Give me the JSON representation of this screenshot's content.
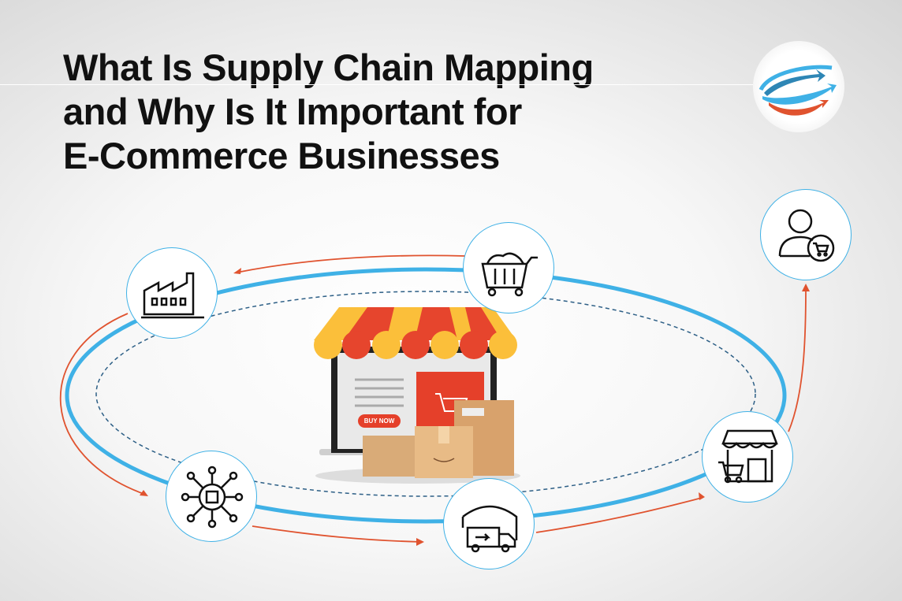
{
  "title": {
    "line1": "What Is Supply Chain Mapping",
    "line2": "and Why Is It Important for",
    "line3": "E-Commerce Businesses"
  },
  "center_illustration": {
    "button_label": "BUY NOW"
  },
  "nodes": [
    {
      "icon": "factory-icon"
    },
    {
      "icon": "raw-materials-cart-icon"
    },
    {
      "icon": "distribution-network-icon"
    },
    {
      "icon": "warehouse-truck-icon"
    },
    {
      "icon": "retail-store-icon"
    },
    {
      "icon": "customer-icon"
    }
  ],
  "colors": {
    "blue": "#3fb1e6",
    "orange": "#e0532f",
    "dashed": "#2d5f86",
    "awning_yellow": "#fbbf3a",
    "awning_red": "#e6452d"
  }
}
